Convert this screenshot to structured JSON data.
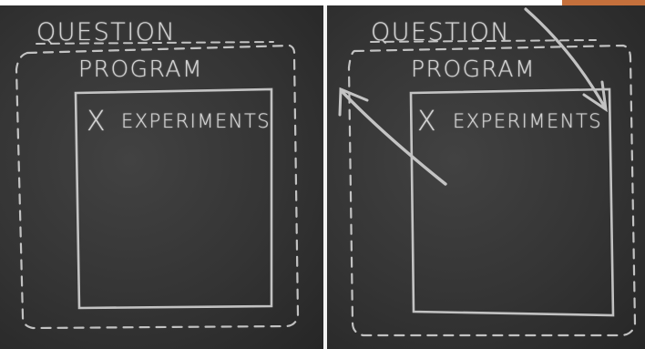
{
  "photos": [
    {
      "question_label": "QUESTION",
      "program_label": "PROGRAM",
      "x_label": "X",
      "experiments_label": "EXPERIMENTS"
    },
    {
      "question_label": "QUESTION",
      "program_label": "PROGRAM",
      "x_label": "X",
      "experiments_label": "EXPERIMENTS"
    }
  ],
  "colors": {
    "chalkboard": "#343434",
    "chalk": "#e4e4e4",
    "accent_strip": "#c4703c"
  }
}
